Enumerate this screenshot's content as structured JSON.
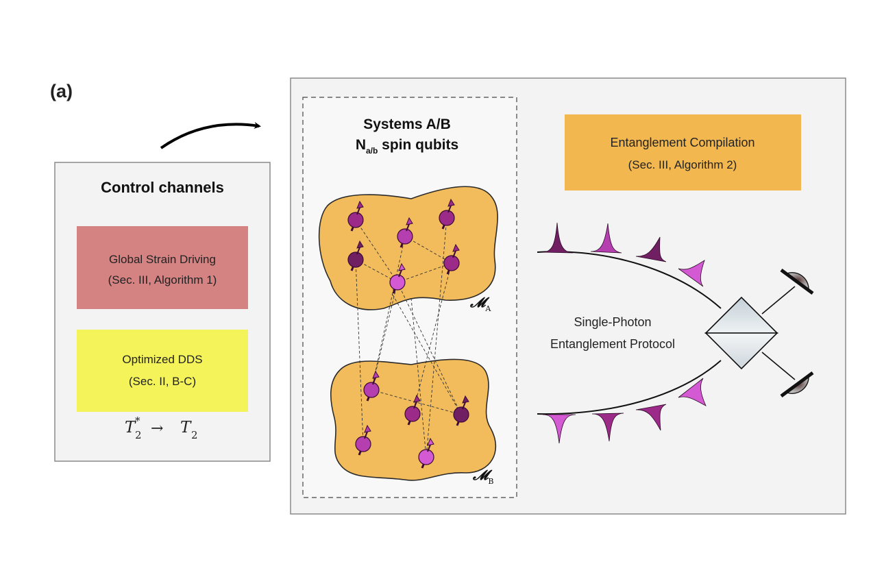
{
  "panel_label": "(a)",
  "control_panel": {
    "title": "Control channels",
    "global_strain": {
      "line1": "Global Strain Driving",
      "line2": "(Sec. III, Algorithm 1)",
      "color": "#d48282"
    },
    "optimized_dds": {
      "line1": "Optimized DDS",
      "line2": "(Sec. II, B-C)",
      "color": "#f4f35a"
    },
    "formula": {
      "t_left": "T",
      "sub_left": "2",
      "sup_left": "*",
      "arrow": "→",
      "t_right": "T",
      "sub_right": "2"
    }
  },
  "systems": {
    "title_line1": "Systems A/B",
    "title_line2_n": "N",
    "title_line2_sub": "a/b",
    "title_line2_rest": " spin qubits",
    "label_a": "𝓜",
    "label_a_sub": "A",
    "label_b": "𝓜",
    "label_b_sub": "B",
    "blob_color": "#f2bb5b"
  },
  "entanglement_compilation": {
    "line1": "Entanglement Compilation",
    "line2": "(Sec. III, Algorithm 2)",
    "color": "#f2b84f"
  },
  "protocol": {
    "line1": "Single-Photon",
    "line2": "Entanglement Protocol"
  },
  "colors": {
    "dark_purple": "#6f1f62",
    "mid_purple": "#9c2a88",
    "light_magenta": "#d35ad3",
    "panel_bg": "#f3f3f3"
  }
}
